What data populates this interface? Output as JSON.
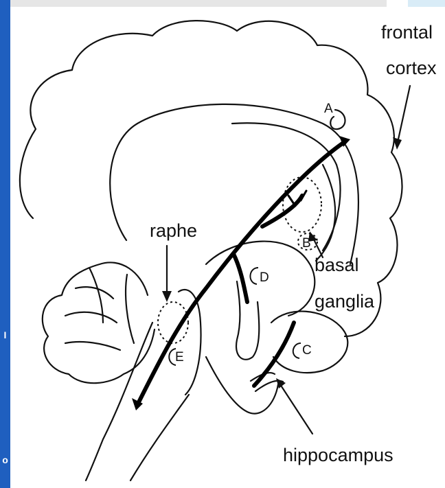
{
  "labels": {
    "frontal_line1": "frontal",
    "frontal_line2": "cortex",
    "raphe": "raphe",
    "basal_line1": "basal",
    "basal_line2": "ganglia",
    "hippocampus": "hippocampus",
    "site_a": "A",
    "site_b": "B",
    "site_c": "C",
    "site_d": "D",
    "site_e": "E"
  },
  "side_strip": {
    "glyph_1": "I",
    "glyph_2": "o"
  },
  "colors": {
    "strip": "#1f5fbf",
    "ink": "#111111"
  }
}
